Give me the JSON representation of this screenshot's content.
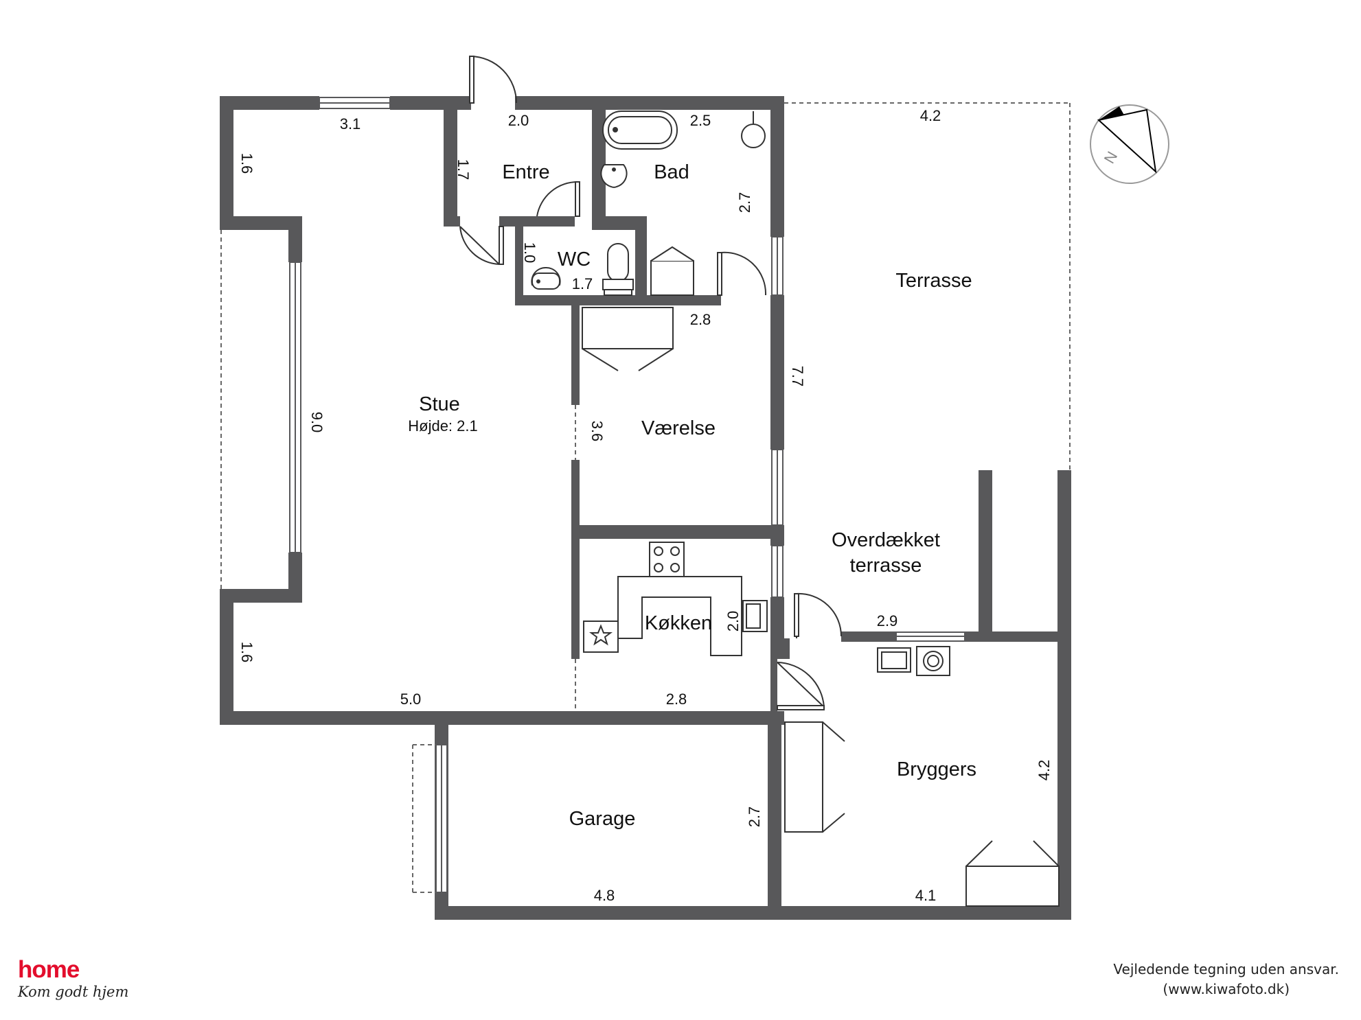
{
  "rooms": {
    "stue": "Stue",
    "stue_height": "Højde: 2.1",
    "entre": "Entre",
    "bad": "Bad",
    "wc": "WC",
    "vaerelse": "Værelse",
    "koekken": "Køkken",
    "terrasse": "Terrasse",
    "overdaekket_1": "Overdækket",
    "overdaekket_2": "terrasse",
    "bryggers": "Bryggers",
    "garage": "Garage"
  },
  "dimensions": {
    "stue_top": "3.1",
    "stue_left_top": "1.6",
    "stue_left_window": "9.0",
    "stue_left_bottom": "1.6",
    "stue_bottom": "5.0",
    "entre_top": "2.0",
    "entre_side": "1.7",
    "bad_top": "2.5",
    "bad_side": "2.7",
    "wc_side": "1.0",
    "wc_bottom": "1.7",
    "vaerelse_top": "2.8",
    "vaerelse_side": "3.6",
    "terrasse_top": "4.2",
    "terrasse_side": "7.7",
    "koekken_side": "2.0",
    "koekken_bottom": "2.8",
    "overdaekket_bottom": "2.9",
    "bryggers_side": "4.2",
    "bryggers_bottom": "4.1",
    "garage_side": "2.7",
    "garage_bottom": "4.8"
  },
  "footer": {
    "disclaimer": "Vejledende tegning uden ansvar.",
    "website": "(www.kiwafoto.dk)"
  },
  "logo": {
    "brand": "home",
    "slogan": "Kom godt hjem"
  },
  "colors": {
    "wall": "#58585a",
    "brand_red": "#e30d2c"
  },
  "icons": {
    "compass": "north-arrow-icon"
  }
}
